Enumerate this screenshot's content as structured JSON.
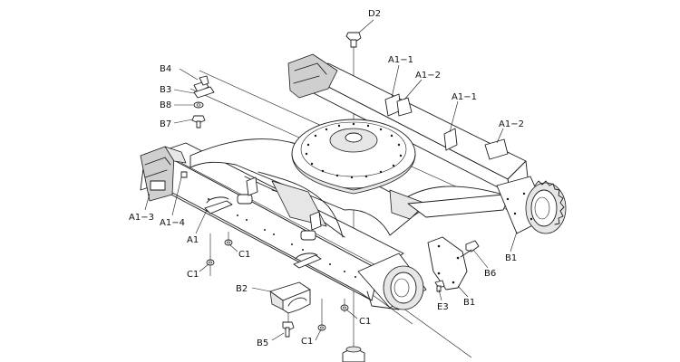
{
  "diagram": {
    "labels": {
      "D2": "D2",
      "B4": "B4",
      "B3": "B3",
      "B8": "B8",
      "B7": "B7",
      "A1_1_upper": "A1−1",
      "A1_2_upper": "A1−2",
      "A1_1_right": "A1−1",
      "A1_2_right": "A1−2",
      "A1_3": "A1−3",
      "A1_4": "A1−4",
      "A1": "A1",
      "C1_left_lower": "C1",
      "C1_left_upper": "C1",
      "B2": "B2",
      "B5": "B5",
      "C1_bottom": "C1",
      "C1_right": "C1",
      "E3": "E3",
      "B1_lower": "B1",
      "B6": "B6",
      "B1_right": "B1"
    }
  }
}
